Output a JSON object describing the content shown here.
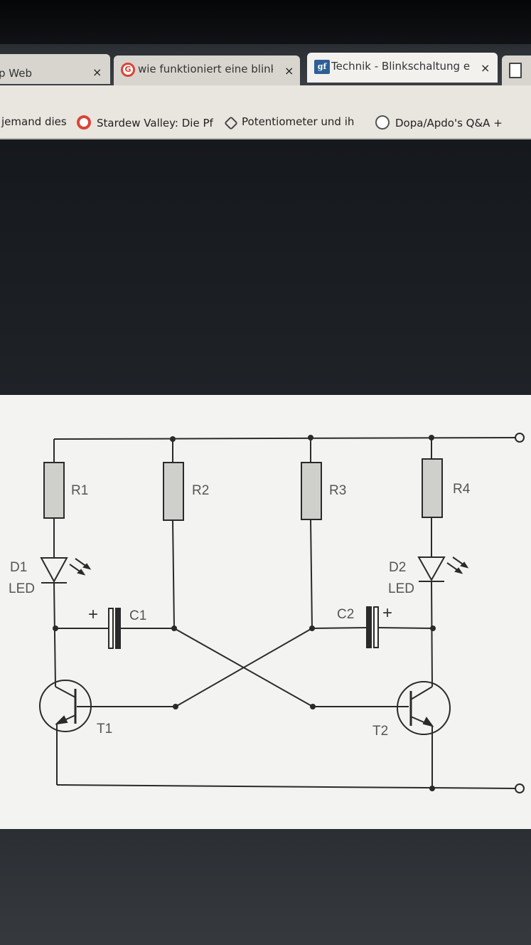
{
  "browser": {
    "tabs": [
      {
        "label": "p Web",
        "close": "×"
      },
      {
        "label": "wie funktioniert eine blink",
        "close": "×"
      },
      {
        "label": "Technik - Blinkschaltung e",
        "close": "×"
      }
    ],
    "bookmarks": [
      {
        "label": "jemand dies"
      },
      {
        "label": "Stardew Valley: Die Pf"
      },
      {
        "label": "Potentiometer und ih"
      },
      {
        "label": "Dopa/Apdo's Q&A +"
      }
    ]
  },
  "circuit": {
    "resistors": [
      "R1",
      "R2",
      "R3",
      "R4"
    ],
    "diodes": [
      {
        "name": "D1",
        "type": "LED"
      },
      {
        "name": "D2",
        "type": "LED"
      }
    ],
    "capacitors": [
      {
        "name": "C1",
        "polarity": "+"
      },
      {
        "name": "C2",
        "polarity": "+"
      }
    ],
    "transistors": [
      "T1",
      "T2"
    ]
  },
  "colors": {
    "wire": "#2a2a2a",
    "resistor_fill": "#cfcfcc",
    "panel": "#f3f3f1"
  }
}
